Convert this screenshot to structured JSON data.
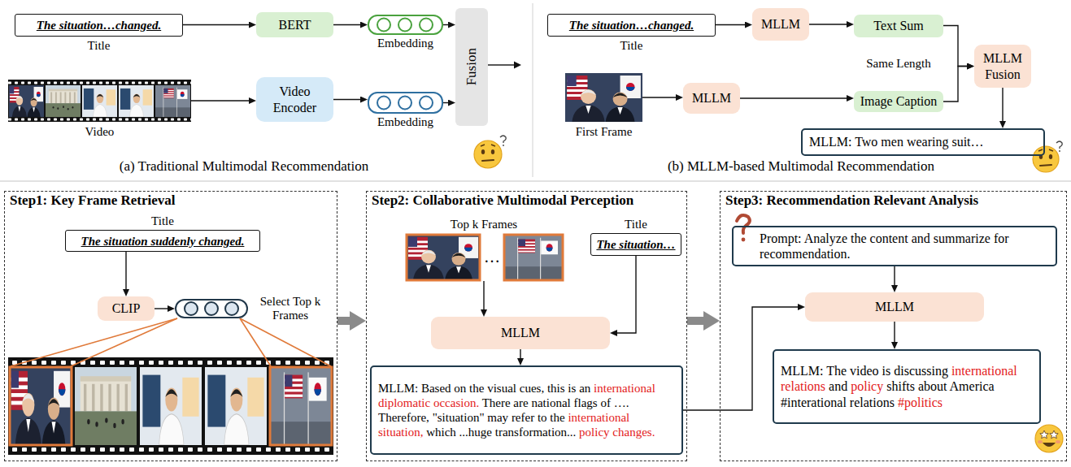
{
  "diagram": {
    "nodes": [
      {
        "text": [
          "The situation…changed.",
          "Title"
        ]
      },
      {
        "text": [
          "BERT"
        ]
      },
      {
        "text": [
          "Embedding"
        ]
      },
      {
        "text": [
          "Video"
        ]
      },
      {
        "text": [
          "Video Encoder"
        ]
      },
      {
        "text": [
          "Embedding"
        ]
      },
      {
        "text": [
          "Fusion"
        ]
      },
      {
        "text": [
          "The situation…changed.",
          "Title"
        ]
      },
      {
        "text": [
          "MLLM"
        ]
      },
      {
        "text": [
          "Text Sum"
        ]
      },
      {
        "text": [
          "First Frame"
        ]
      },
      {
        "text": [
          "MLLM"
        ]
      },
      {
        "text": [
          "Image Caption"
        ]
      },
      {
        "text": [
          "MLLM Fusion"
        ]
      },
      {
        "text": [
          "MLLM: Two men wearing suit…"
        ]
      },
      {
        "text": [
          "Step1: Key Frame Retrieval"
        ]
      },
      {
        "text": [
          "Title",
          "The situation suddenly changed."
        ],
        "in": 15
      },
      {
        "text": [
          "CLIP"
        ],
        "in": 15
      },
      {
        "text": [
          "Select Top k Frames"
        ],
        "in": 15
      },
      {
        "text": [
          "Step2: Collaborative Multimodal Perception"
        ]
      },
      {
        "text": [
          "Top k Frames"
        ],
        "in": 19
      },
      {
        "text": [
          "Title",
          "The situation…"
        ],
        "in": 19
      },
      {
        "text": [
          "MLLM"
        ],
        "in": 19
      },
      {
        "text": [
          "MLLM: Based on the visual cues, this is an international diplomatic occasion. There are national flags of …. Therefore, \"situation\" may refer to the international situation, which ...huge transformation... policy changes."
        ],
        "in": 19
      },
      {
        "text": [
          "Step3: Recommendation Relevant Analysis"
        ]
      },
      {
        "text": [
          "Prompt: Analyze the content and summarize for recommendation."
        ],
        "in": 24
      },
      {
        "text": [
          "MLLM"
        ],
        "in": 24
      },
      {
        "text": [
          "MLLM: The video is discussing international relations and policy shifts about America #interational relations #politics"
        ],
        "in": 24
      }
    ],
    "edges": [
      {
        "from": 0,
        "to": 1,
        "arrow": "to"
      },
      {
        "from": 1,
        "to": 2,
        "arrow": "to"
      },
      {
        "from": 3,
        "to": 4,
        "arrow": "to"
      },
      {
        "from": 4,
        "to": 5,
        "arrow": "to"
      },
      {
        "from": 2,
        "to": 6,
        "arrow": "to"
      },
      {
        "from": 5,
        "to": 6,
        "arrow": "to"
      },
      {
        "from": 7,
        "to": 8,
        "arrow": "to"
      },
      {
        "from": 8,
        "to": 9,
        "arrow": "to"
      },
      {
        "from": 10,
        "to": 11,
        "arrow": "to"
      },
      {
        "from": 11,
        "to": 12,
        "arrow": "to"
      },
      {
        "from": 9,
        "to": 13,
        "arrow": "to"
      },
      {
        "from": 12,
        "to": 13,
        "arrow": "to"
      },
      {
        "from": 13,
        "to": 14,
        "arrow": "to"
      },
      {
        "from": 16,
        "to": 17,
        "arrow": "to"
      },
      {
        "from": 17,
        "to": 18,
        "arrow": "to"
      },
      {
        "from": 20,
        "to": 22,
        "arrow": "to"
      },
      {
        "from": 21,
        "to": 22,
        "arrow": "to"
      },
      {
        "from": 22,
        "to": 23,
        "arrow": "to"
      },
      {
        "from": 25,
        "to": 26,
        "arrow": "to"
      },
      {
        "from": 23,
        "to": 26,
        "arrow": "to"
      },
      {
        "from": 26,
        "to": 27,
        "arrow": "to"
      },
      {
        "from": 15,
        "to": 19,
        "arrow": "to"
      },
      {
        "from": 19,
        "to": 24,
        "arrow": "to"
      }
    ],
    "labels": [
      "Same Length",
      "(a) Traditional Multimodal Recommendation",
      "(b) MLLM-based Multimodal Recommendation",
      "…"
    ]
  }
}
